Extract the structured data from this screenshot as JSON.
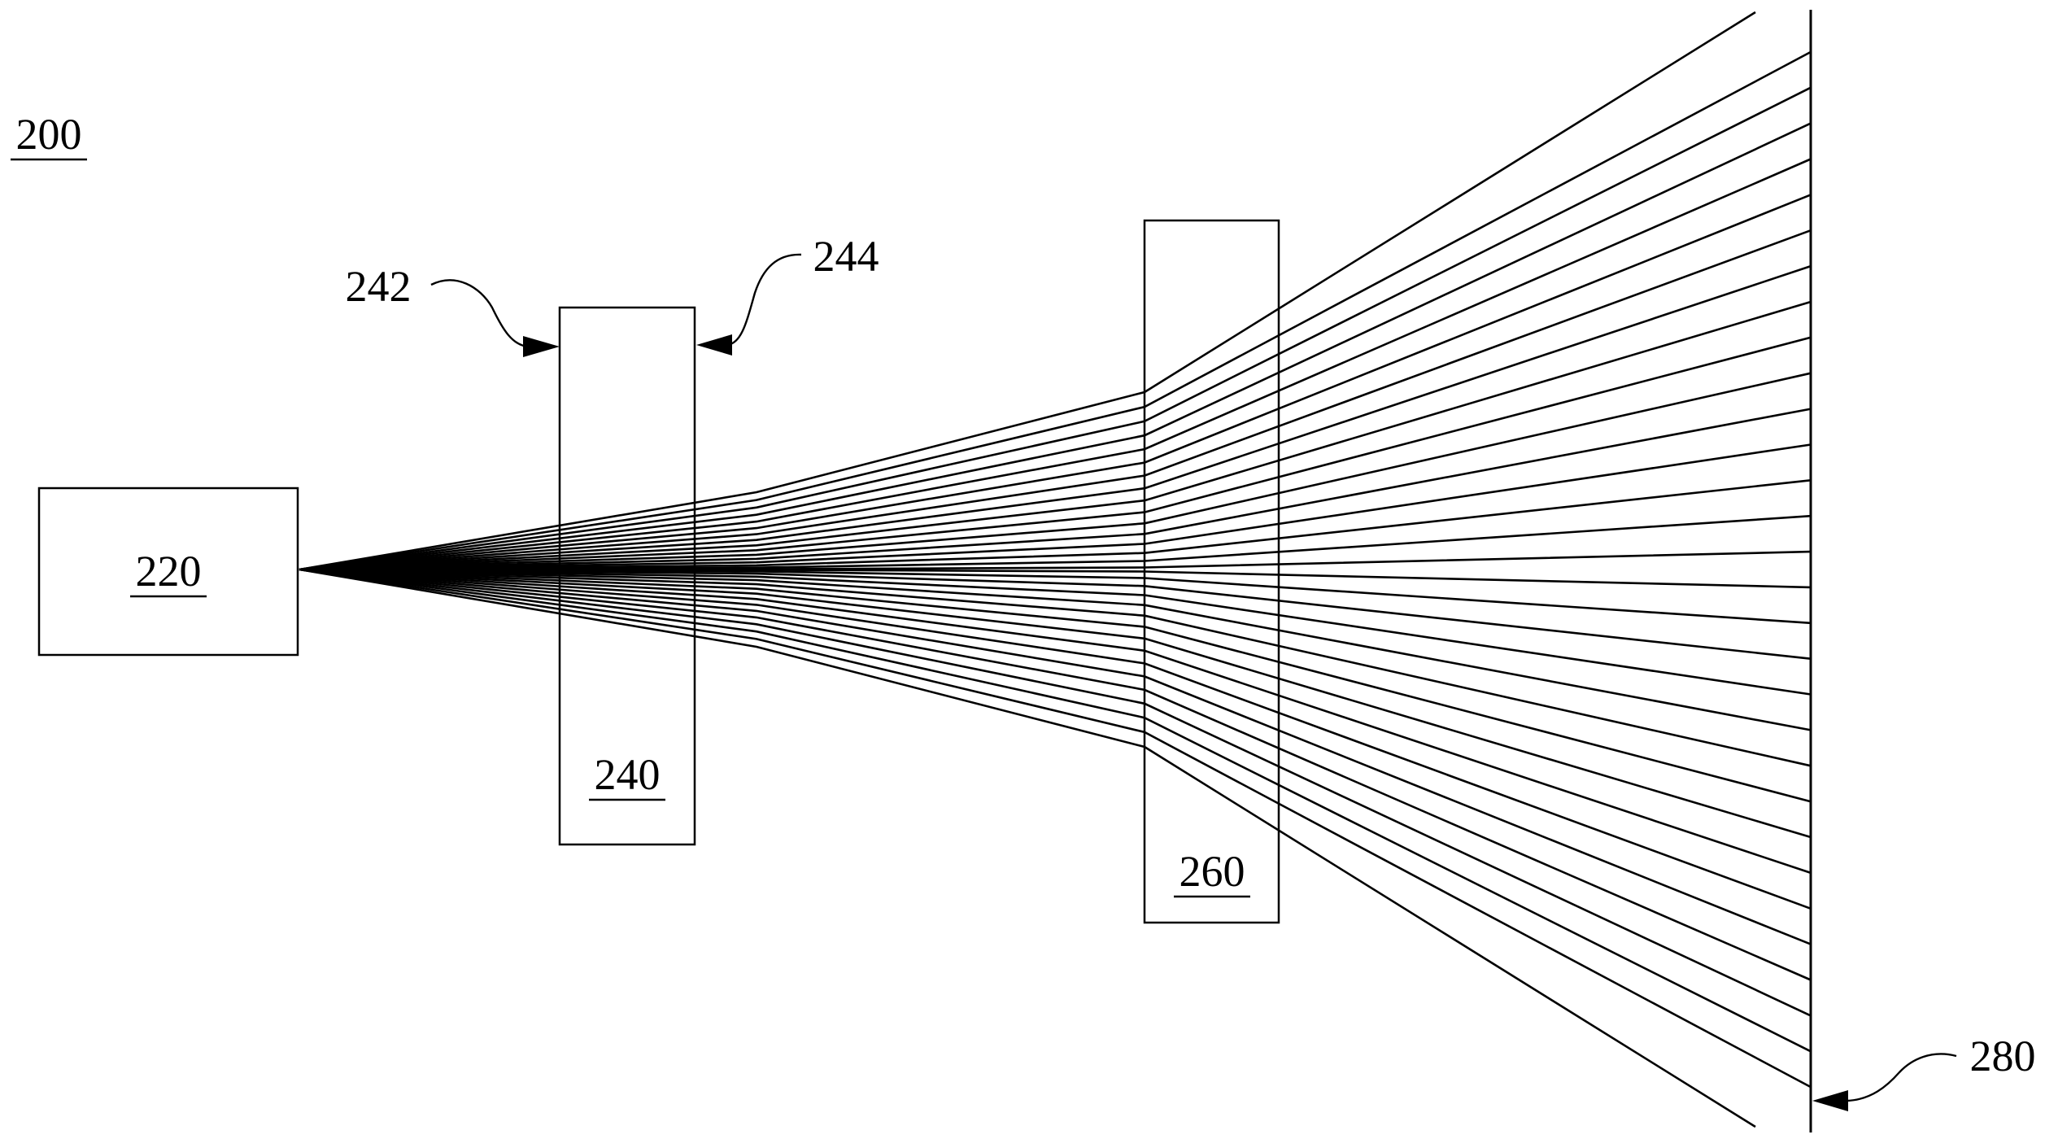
{
  "figure": {
    "ref": "200",
    "light_source": {
      "ref": "220"
    },
    "first_element": {
      "ref": "240",
      "entry_surface_ref": "242",
      "exit_surface_ref": "244"
    },
    "second_element": {
      "ref": "260"
    },
    "screen": {
      "ref": "280"
    },
    "ray_count": 32,
    "colors": {
      "line": "#000000",
      "background": "#ffffff"
    }
  }
}
